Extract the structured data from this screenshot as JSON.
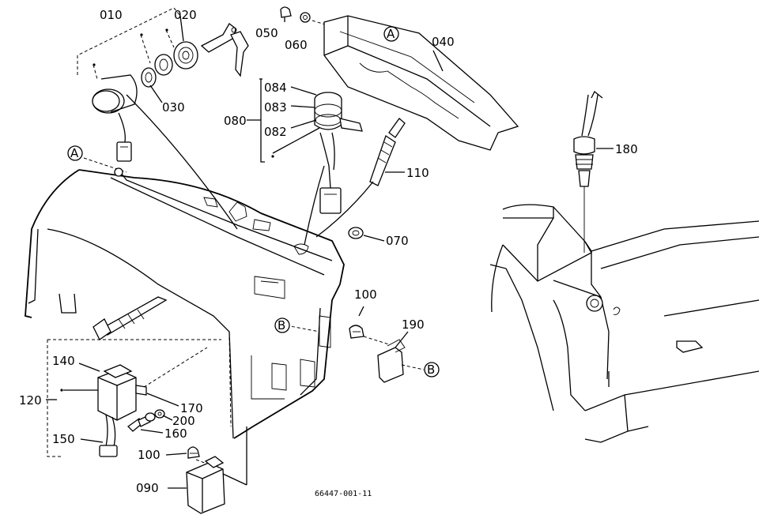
{
  "callouts": {
    "c010": "010",
    "c020": "020",
    "c030": "030",
    "c040": "040",
    "c050": "050",
    "c060": "060",
    "c070": "070",
    "c080": "080",
    "c082": "082",
    "c083": "083",
    "c084": "084",
    "c090": "090",
    "c100a": "100",
    "c100b": "100",
    "c110": "110",
    "c120": "120",
    "c140": "140",
    "c150": "150",
    "c160": "160",
    "c170": "170",
    "c180": "180",
    "c190": "190",
    "c200": "200"
  },
  "markers": {
    "a1": "A",
    "a2": "A",
    "b1": "B",
    "b2": "B"
  },
  "figure_number": "66447-001-11"
}
